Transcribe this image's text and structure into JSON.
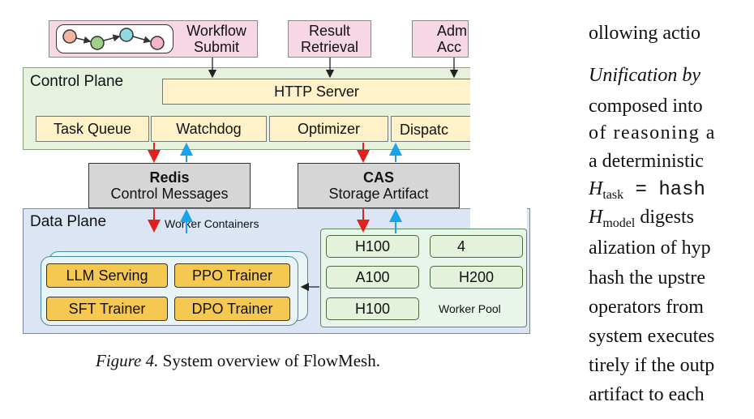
{
  "figure": {
    "top_boxes": {
      "workflow": {
        "line1": "Workflow",
        "line2": "Submit"
      },
      "result": {
        "line1": "Result",
        "line2": "Retrieval"
      },
      "admin": {
        "line1": "Adm",
        "line2": "Acc"
      }
    },
    "control_plane": {
      "label": "Control Plane",
      "http_server": "HTTP Server",
      "components": [
        "Task Queue",
        "Watchdog",
        "Optimizer",
        "Dispatc"
      ]
    },
    "middle": {
      "redis": {
        "title": "Redis",
        "subtitle": "Control Messages"
      },
      "cas": {
        "title": "CAS",
        "subtitle": "Storage Artifact"
      }
    },
    "data_plane": {
      "label": "Data Plane",
      "worker_containers_label": "Worker Containers",
      "containers": [
        "LLM Serving",
        "PPO Trainer",
        "SFT Trainer",
        "DPO Trainer"
      ],
      "gpus": [
        "H100",
        "4",
        "A100",
        "H200",
        "H100"
      ],
      "worker_pool_label": "Worker Pool"
    },
    "caption": {
      "label": "Figure 4.",
      "text": "System overview of FlowMesh."
    }
  },
  "paper_text": {
    "line1": "ollowing actio",
    "line2_italic": "Unification by",
    "line3": "composed into",
    "line4": "of reasoning a",
    "line5": "a deterministic",
    "line6_var": "H",
    "line6_sub": "task",
    "line6_rest": " = hash",
    "line7_var": "H",
    "line7_sub": "model",
    "line7_rest": " digests",
    "line8": "alization of hyp",
    "line9": "hash the upstre",
    "line10": "operators from",
    "line11": "system executes",
    "line12": "tirely if the outp",
    "line13": "artifact to each"
  },
  "colors": {
    "red_arrow": "#e02020",
    "blue_arrow": "#1aa3e8"
  }
}
